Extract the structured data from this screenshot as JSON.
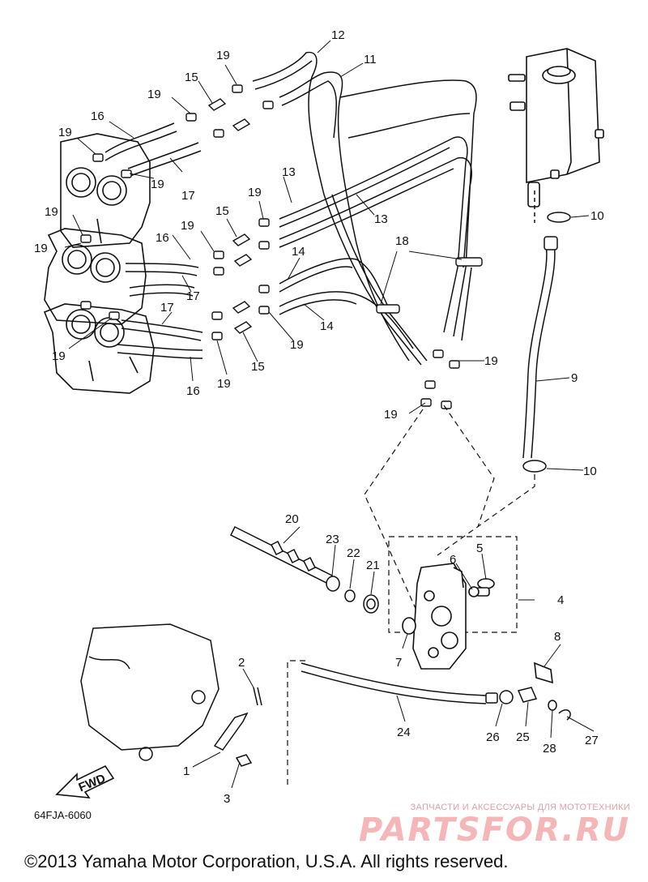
{
  "diagram": {
    "callouts": [
      {
        "id": "c1",
        "text": "1"
      },
      {
        "id": "c2",
        "text": "2"
      },
      {
        "id": "c3",
        "text": "3"
      },
      {
        "id": "c4",
        "text": "4"
      },
      {
        "id": "c5",
        "text": "5"
      },
      {
        "id": "c6",
        "text": "6"
      },
      {
        "id": "c7",
        "text": "7"
      },
      {
        "id": "c8",
        "text": "8"
      },
      {
        "id": "c9",
        "text": "9"
      },
      {
        "id": "c10a",
        "text": "10"
      },
      {
        "id": "c10b",
        "text": "10"
      },
      {
        "id": "c11",
        "text": "11"
      },
      {
        "id": "c12",
        "text": "12"
      },
      {
        "id": "c13a",
        "text": "13"
      },
      {
        "id": "c13b",
        "text": "13"
      },
      {
        "id": "c14a",
        "text": "14"
      },
      {
        "id": "c14b",
        "text": "14"
      },
      {
        "id": "c15a",
        "text": "15"
      },
      {
        "id": "c15b",
        "text": "15"
      },
      {
        "id": "c15c",
        "text": "15"
      },
      {
        "id": "c16a",
        "text": "16"
      },
      {
        "id": "c16b",
        "text": "16"
      },
      {
        "id": "c16c",
        "text": "16"
      },
      {
        "id": "c17a",
        "text": "17"
      },
      {
        "id": "c17b",
        "text": "17"
      },
      {
        "id": "c17c",
        "text": "17"
      },
      {
        "id": "c18",
        "text": "18"
      },
      {
        "id": "c19a",
        "text": "19"
      },
      {
        "id": "c19b",
        "text": "19"
      },
      {
        "id": "c19c",
        "text": "19"
      },
      {
        "id": "c19d",
        "text": "19"
      },
      {
        "id": "c19e",
        "text": "19"
      },
      {
        "id": "c19f",
        "text": "19"
      },
      {
        "id": "c19g",
        "text": "19"
      },
      {
        "id": "c19h",
        "text": "19"
      },
      {
        "id": "c19i",
        "text": "19"
      },
      {
        "id": "c19j",
        "text": "19"
      },
      {
        "id": "c19k",
        "text": "19"
      },
      {
        "id": "c19l",
        "text": "19"
      },
      {
        "id": "c20",
        "text": "20"
      },
      {
        "id": "c21",
        "text": "21"
      },
      {
        "id": "c22",
        "text": "22"
      },
      {
        "id": "c23",
        "text": "23"
      },
      {
        "id": "c24",
        "text": "24"
      },
      {
        "id": "c25",
        "text": "25"
      },
      {
        "id": "c26",
        "text": "26"
      },
      {
        "id": "c27",
        "text": "27"
      },
      {
        "id": "c28",
        "text": "28"
      }
    ],
    "fwd_label": "FWD",
    "part_code": "64FJA-6060"
  },
  "watermark": {
    "tagline": "ЗАПЧАСТИ И АКСЕССУАРЫ ДЛЯ МОТОТЕХНИКИ",
    "brand": "PARTSFOR.RU"
  },
  "footer": {
    "copyright": "©2013 Yamaha Motor Corporation, U.S.A. All rights reserved."
  }
}
